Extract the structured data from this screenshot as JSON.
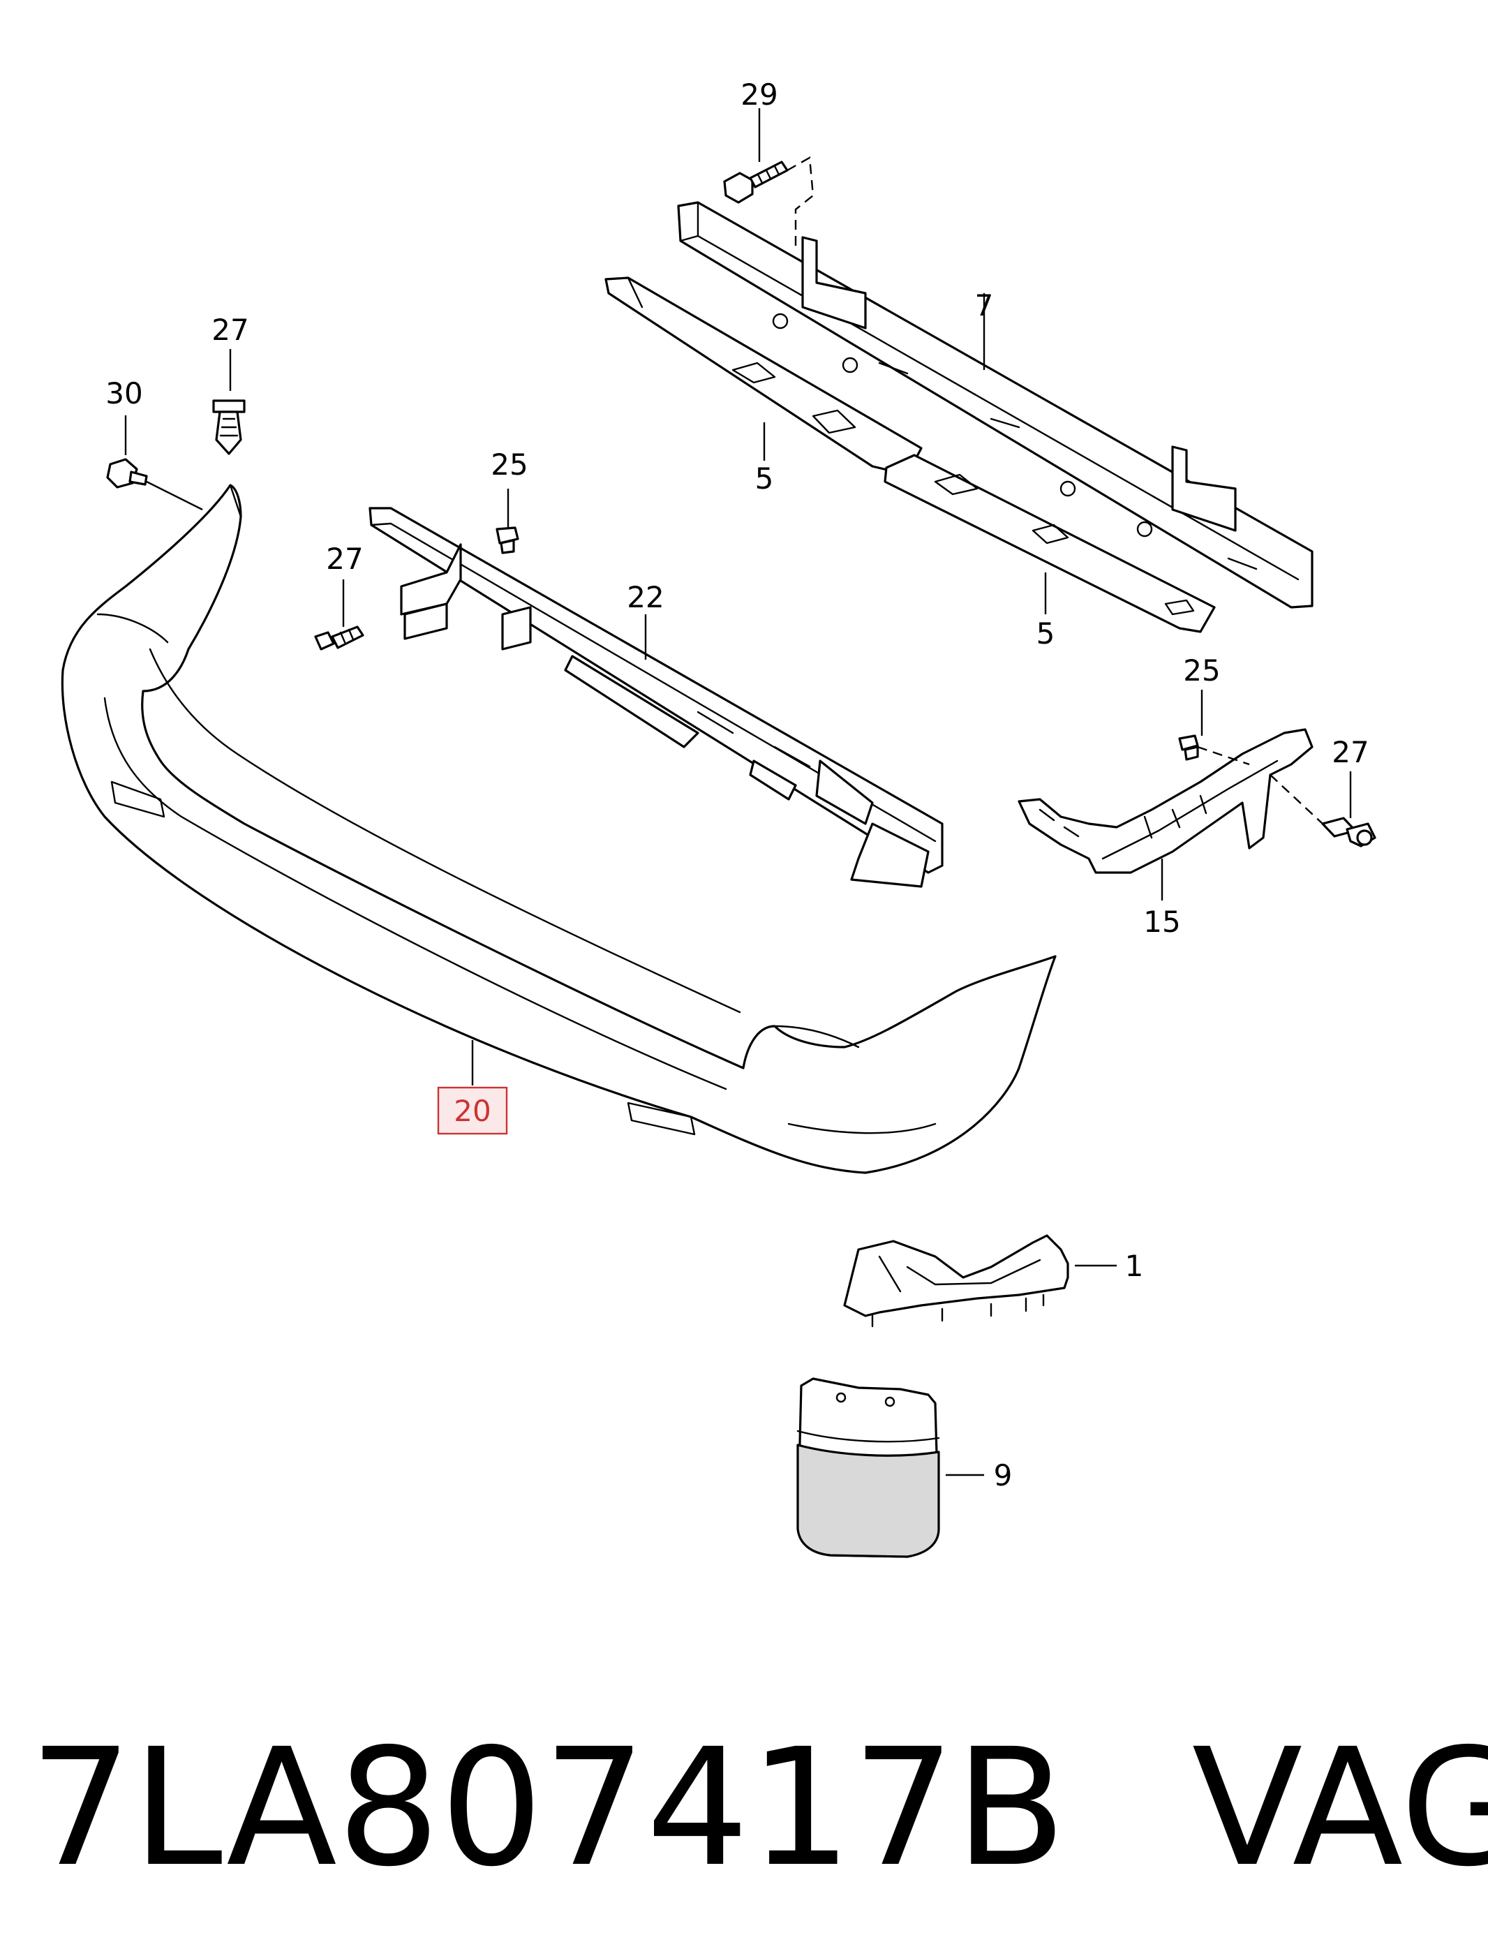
{
  "callouts": {
    "c29": "29",
    "c27_top": "27",
    "c30": "30",
    "c7": "7",
    "c5_upper": "5",
    "c5_lower": "5",
    "c25_left": "25",
    "c27_mid": "27",
    "c22": "22",
    "c25_right": "25",
    "c27_right": "27",
    "c15": "15",
    "c20": "20",
    "c1": "1",
    "c9": "9"
  },
  "highlighted_part": "20",
  "footer": {
    "part_number": "7LA807417B",
    "brand": "VAG"
  },
  "colors": {
    "line": "#000000",
    "highlight": "#cc3333",
    "highlight_fill": "#fbe9e9"
  }
}
